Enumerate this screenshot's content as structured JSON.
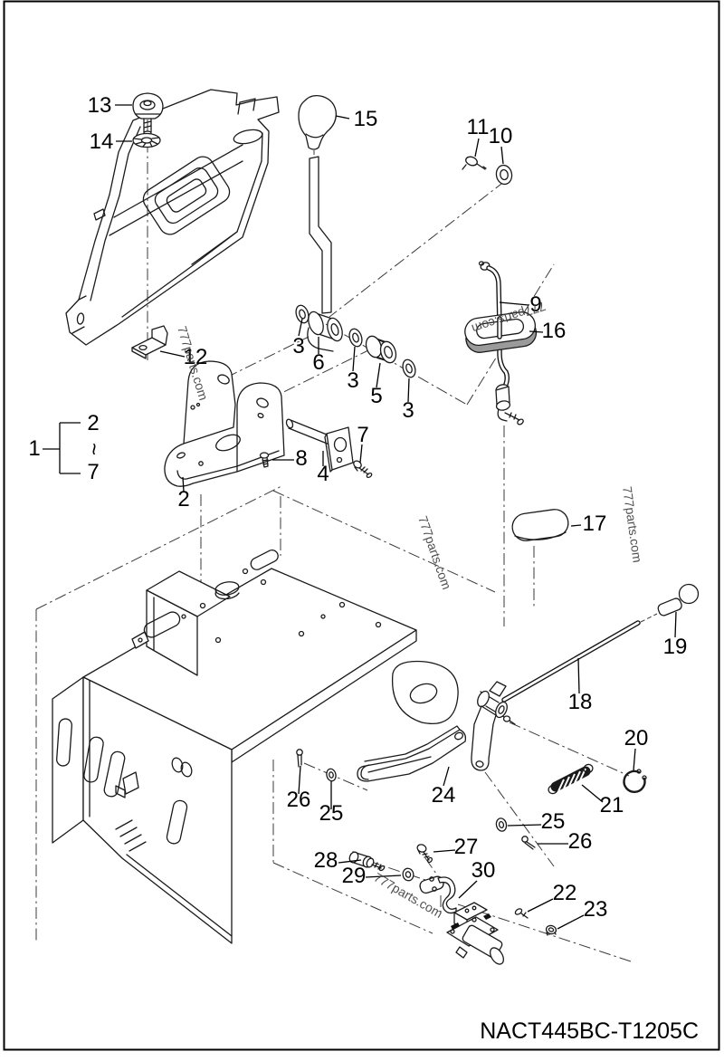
{
  "drawing": {
    "code": "NACT445BC-T1205C",
    "watermark": "777parts.com"
  },
  "group1": {
    "label": "1",
    "from": "2",
    "tilde": "~",
    "to": "7"
  },
  "callouts": {
    "cap": "13",
    "cap_washer": "14",
    "knob": "15",
    "clip": "11",
    "washer_top": "10",
    "washer_3a": "3",
    "pivot_boss": "6",
    "washer_3b": "3",
    "bushing": "5",
    "washer_3c": "3",
    "plate": "12",
    "cable": "9",
    "grommet": "16",
    "bracket": "2",
    "screw": "8",
    "pin_shaft": "4",
    "bolt_7": "7",
    "pad": "17",
    "grip": "19",
    "rod": "18",
    "link_arm": "24",
    "cotter_a": "26",
    "washer_a": "25",
    "snap_ring": "20",
    "spring": "21",
    "washer_b": "25",
    "cotter_b": "26",
    "bolt_27": "27",
    "fitting": "28",
    "washer_29": "29",
    "hook": "30",
    "pin_22": "22",
    "nut": "23"
  }
}
